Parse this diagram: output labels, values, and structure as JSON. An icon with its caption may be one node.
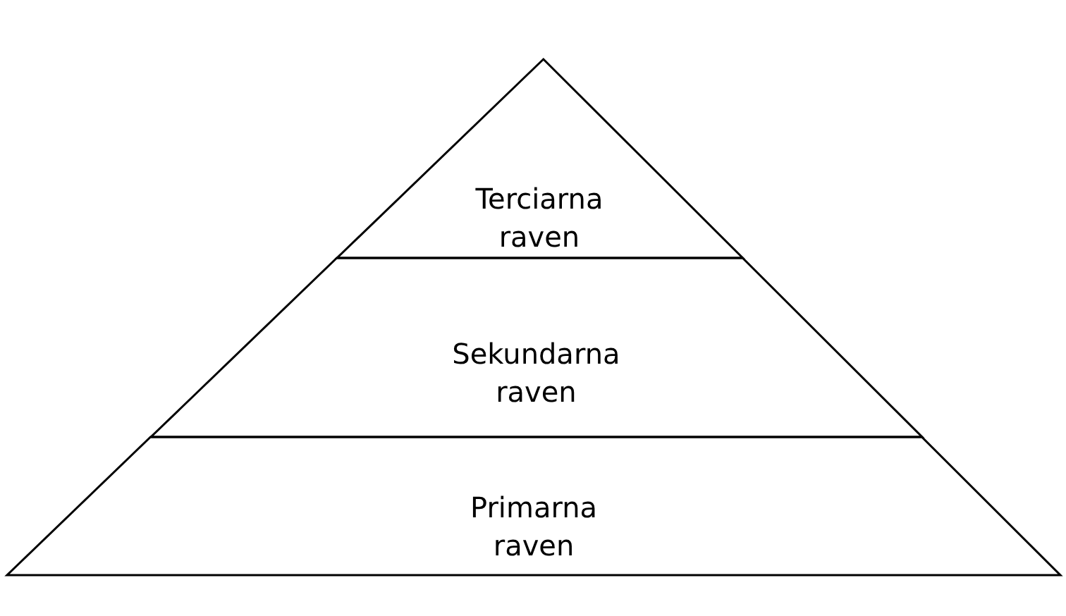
{
  "diagram": {
    "nodes": [
      {
        "text": [
          "Terciarna raven"
        ]
      },
      {
        "text": [
          "Sekundarna raven"
        ]
      },
      {
        "text": [
          "Primarna raven"
        ]
      }
    ]
  }
}
